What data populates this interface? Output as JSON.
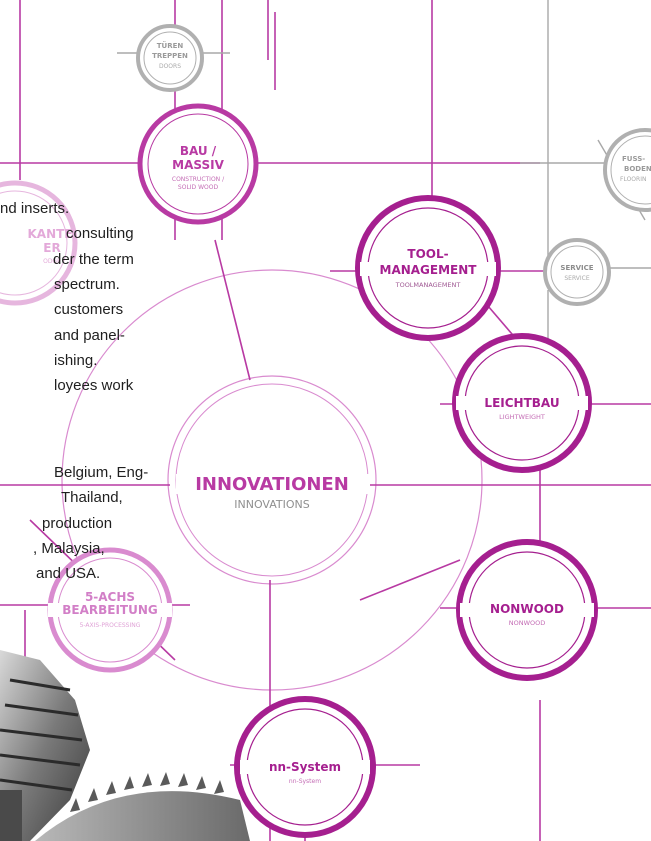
{
  "colors": {
    "magenta": "#b83aa3",
    "magenta_light": "#d98bcf",
    "gray": "#9a9a9a",
    "text": "#1f1f1f"
  },
  "diagram": {
    "center": {
      "title": "INNOVATIONEN",
      "subtitle": "INNOVATIONS"
    },
    "nodes": {
      "bau": {
        "line1": "BAU /",
        "line2": "MASSIV",
        "sub1": "CONSTRUCTION /",
        "sub2": "SOLID WOOD"
      },
      "tool": {
        "line1": "TOOL-",
        "line2": "MANAGEMENT",
        "sub1": "TOOLMANAGEMENT"
      },
      "leichtbau": {
        "line1": "LEICHTBAU",
        "sub1": "LIGHTWEIGHT"
      },
      "nonwood": {
        "line1": "NONWOOD",
        "sub1": "NONWOOD"
      },
      "nn": {
        "line1": "nn-System",
        "sub1": "nn-System"
      },
      "achs": {
        "line1": "5-ACHS",
        "line2": "BEARBEITUNG",
        "sub1": "5-AXIS-PROCESSING"
      },
      "kante": {
        "line1": "KANTE",
        "line2": "ER",
        "sub1": "ODGE"
      },
      "tueren": {
        "line1": "TÜREN",
        "line2": "TREPPEN",
        "line3": "DOORS"
      },
      "fussboden": {
        "line1": "FUSS-",
        "line2": "BODEN",
        "line3": "FLOORIN"
      },
      "service": {
        "line1": "SERVICE",
        "line2": "SERVICE"
      }
    }
  },
  "paragraph": [
    "nd inserts.",
    "consulting",
    "der the term",
    "spectrum.",
    "customers",
    "and panel-",
    "ishing.",
    "loyees work",
    "Belgium, Eng-",
    "Thailand,",
    "production",
    ", Malaysia,",
    "and USA."
  ]
}
